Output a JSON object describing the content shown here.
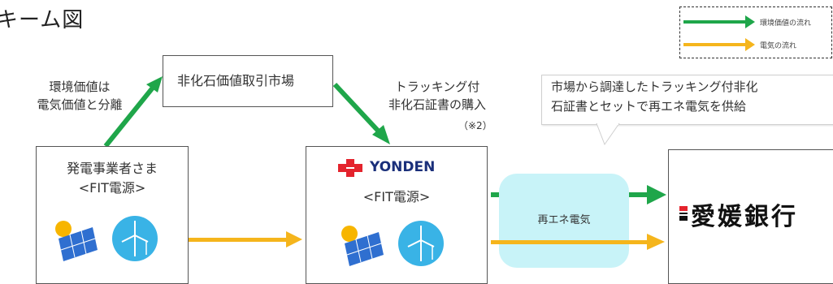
{
  "title": "キーム図",
  "legend": {
    "green_label": "環境価値の流れ",
    "yellow_label": "電気の流れ"
  },
  "market": {
    "label": "非化石価値取引市場"
  },
  "left_note": {
    "line1": "環境価値は",
    "line2": "電気価値と分離"
  },
  "tracking_note": {
    "line1": "トラッキング付",
    "line2": "非化石証書の購入",
    "ref": "（※2）"
  },
  "callout": {
    "line1": "市場から調達したトラッキング付非化",
    "line2": "石証書とセットで再エネ電気を供給"
  },
  "generator": {
    "line1": "発電事業者さま",
    "line2": "<FIT電源>"
  },
  "yonden": {
    "logo_text": "YONDEN",
    "line2": "<FIT電源>"
  },
  "power": {
    "label": "再エネ電気"
  },
  "bank": {
    "name": "愛媛銀行"
  },
  "colors": {
    "green_arrow": "#1fa64a",
    "yellow_arrow": "#f5b51c",
    "power_band": "#c8f3f8",
    "solar_panel": "#2f6fd0",
    "sun": "#f7b500",
    "turbine_bg": "#39b3e6",
    "logo_red": "#e4232d",
    "logo_navy": "#1a2f7a"
  },
  "icons": [
    "sun-icon",
    "solar-panel-icon",
    "wind-turbine-icon",
    "yonden-logo-icon",
    "bank-logo-mark-icon"
  ]
}
